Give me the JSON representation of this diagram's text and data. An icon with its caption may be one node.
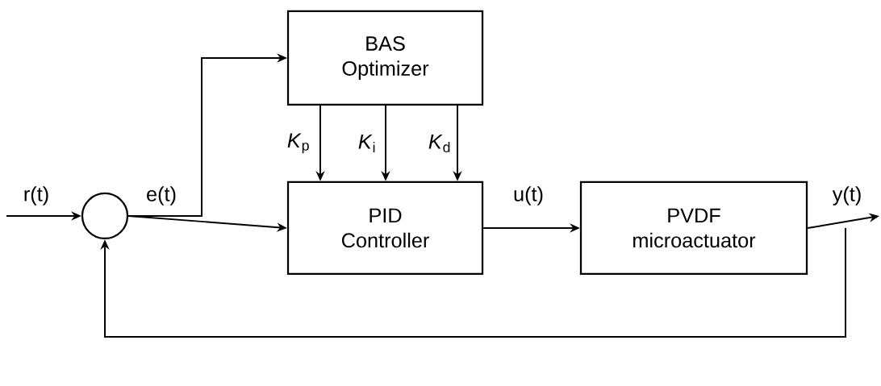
{
  "diagram": {
    "nodes": [
      {
        "text": [
          "BAS Optimizer"
        ]
      },
      {
        "text": [
          "PID Controller"
        ]
      },
      {
        "text": [
          "PVDF microactuator"
        ]
      },
      {
        "text": [],
        "shape": "circle"
      }
    ],
    "edges": [
      {
        "from": null,
        "to": 3,
        "arrow": "to",
        "label": "r(t)"
      },
      {
        "from": 3,
        "to": 1,
        "arrow": "to",
        "label": "e(t)"
      },
      {
        "from": 3,
        "to": 0,
        "arrow": "to"
      },
      {
        "from": 0,
        "to": 1,
        "arrow": "to",
        "label": "*K*$_{p}$"
      },
      {
        "from": 0,
        "to": 1,
        "arrow": "to",
        "label": "*K*$_{i}$"
      },
      {
        "from": 0,
        "to": 1,
        "arrow": "to",
        "label": "*K*$_{d}$"
      },
      {
        "from": 1,
        "to": 2,
        "arrow": "to",
        "label": "u(t)"
      },
      {
        "from": 2,
        "to": null,
        "arrow": "to",
        "label": "y(t)"
      },
      {
        "from": 2,
        "to": 3,
        "arrow": "to"
      }
    ]
  }
}
